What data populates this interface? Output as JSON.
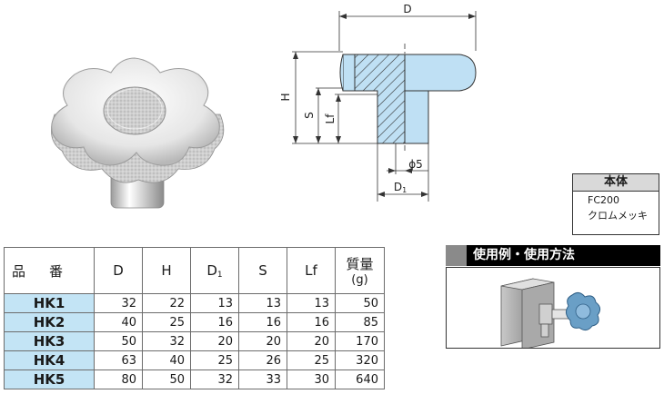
{
  "drawing": {
    "label_d": "D",
    "label_h": "H",
    "label_s": "S",
    "label_lf": "Lf",
    "label_phi5": "ϕ5",
    "label_d1": "D",
    "label_d1_sub": "1"
  },
  "material": {
    "header": "本体",
    "line1": "FC200",
    "line2": "クロムメッキ"
  },
  "table": {
    "headers": {
      "part": "品番",
      "d": "D",
      "h": "H",
      "d1": "D",
      "d1_sub": "1",
      "s": "S",
      "lf": "Lf",
      "weight": "質量",
      "weight_unit": "(g)"
    },
    "rows": [
      {
        "part": "HK1",
        "d": "32",
        "h": "22",
        "d1": "13",
        "s": "13",
        "lf": "13",
        "w": "50"
      },
      {
        "part": "HK2",
        "d": "40",
        "h": "25",
        "d1": "16",
        "s": "16",
        "lf": "16",
        "w": "85"
      },
      {
        "part": "HK3",
        "d": "50",
        "h": "32",
        "d1": "20",
        "s": "20",
        "lf": "20",
        "w": "170"
      },
      {
        "part": "HK4",
        "d": "63",
        "h": "40",
        "d1": "25",
        "s": "26",
        "lf": "25",
        "w": "320"
      },
      {
        "part": "HK5",
        "d": "80",
        "h": "50",
        "d1": "32",
        "s": "33",
        "lf": "30",
        "w": "640"
      }
    ]
  },
  "usage": {
    "title": "使用例・使用方法"
  },
  "colors": {
    "drawing_fill": "#bfe0f4",
    "table_part_bg": "#c3e4f5",
    "usage_knob": "#6a9fc6"
  }
}
